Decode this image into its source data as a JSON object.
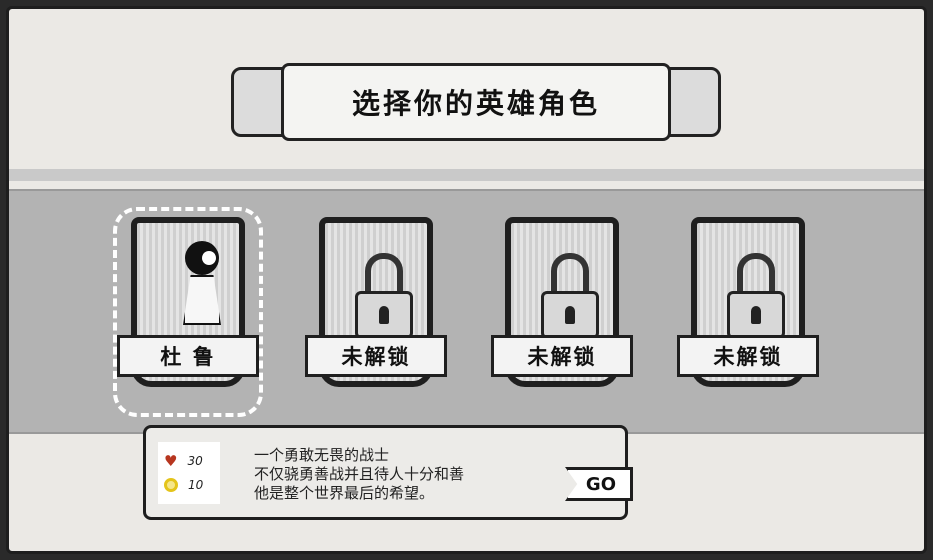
{
  "title": "选择你的英雄角色",
  "heroes": [
    {
      "name": "杜 鲁",
      "locked": false
    },
    {
      "name": "未解锁",
      "locked": true
    },
    {
      "name": "未解锁",
      "locked": true
    },
    {
      "name": "未解锁",
      "locked": true
    }
  ],
  "info": {
    "health": "30",
    "coins": "10",
    "description": [
      "一个勇敢无畏的战士",
      "不仅骁勇善战并且待人十分和善",
      "他是整个世界最后的希望。"
    ]
  },
  "go_label": "GO",
  "colors": {
    "heart": "#b7361f",
    "coin": "#e4c41a"
  }
}
